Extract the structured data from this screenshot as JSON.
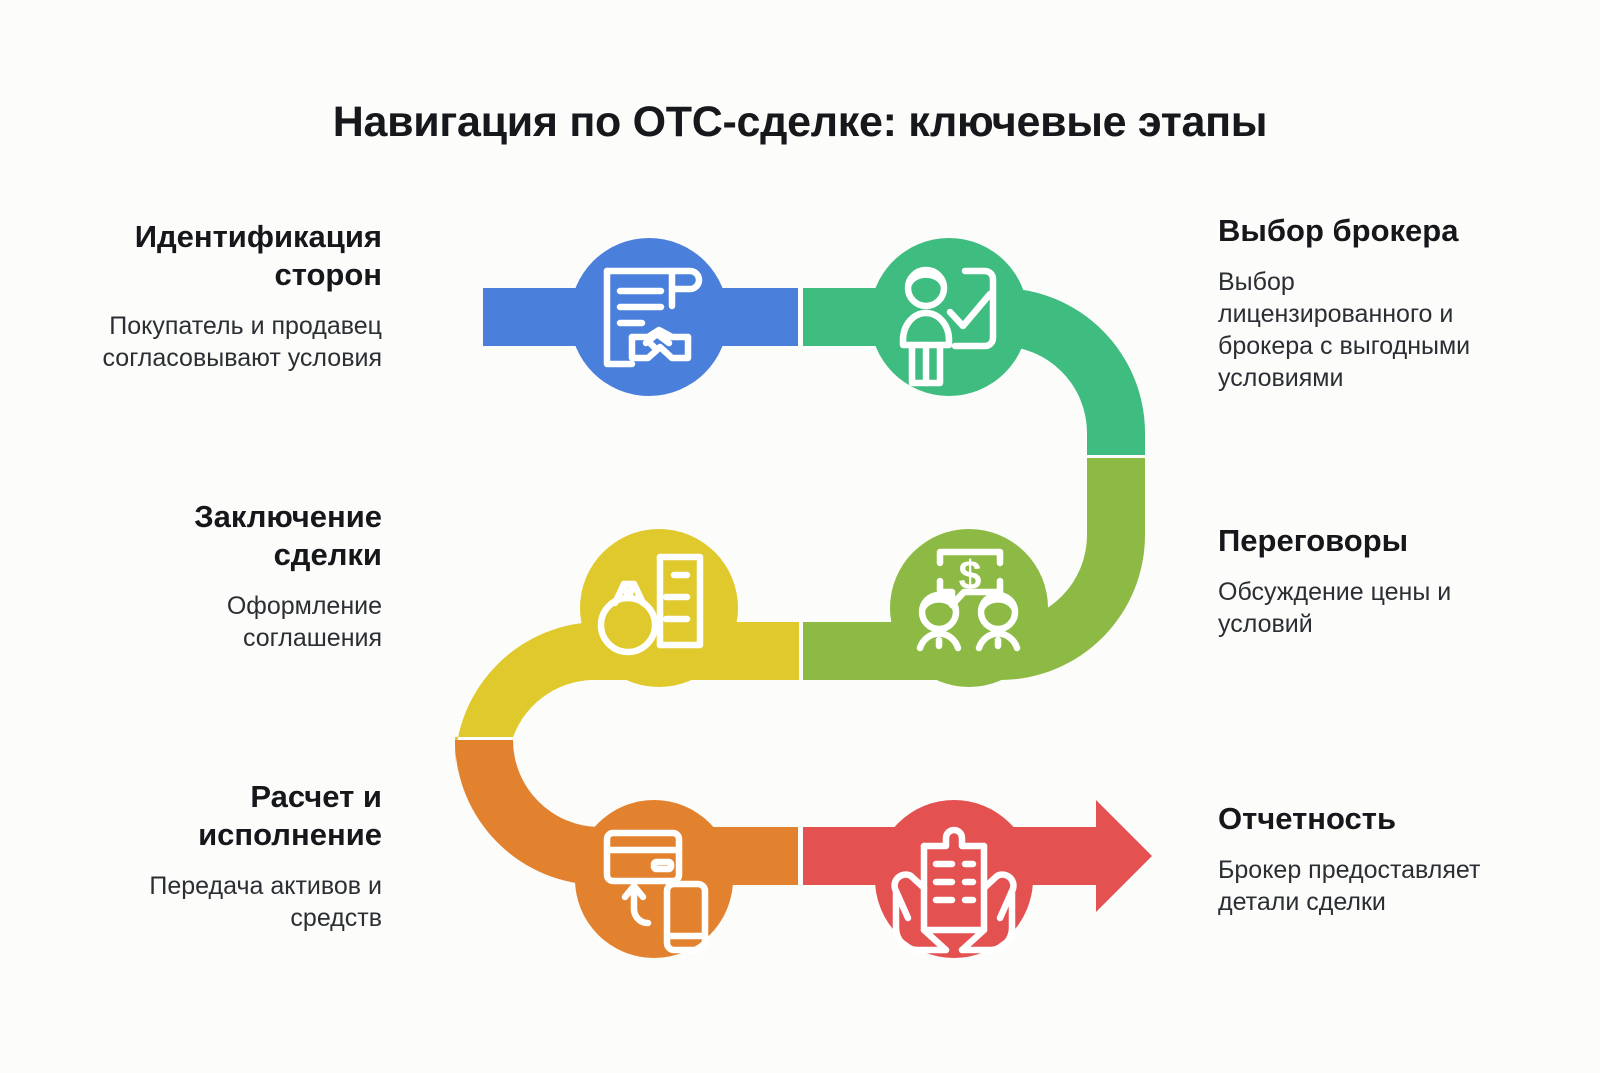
{
  "title": "Навигация по OTC-сделке: ключевые этапы",
  "colors": {
    "blue": "#4a7fdb",
    "green": "#3fbc80",
    "olive": "#8dba45",
    "yellow": "#e0c92c",
    "orange": "#e2822f",
    "red": "#e35151",
    "background": "#fcfcfb",
    "heading_text": "#15171b",
    "body_text": "#2b2e33"
  },
  "steps": [
    {
      "index": 1,
      "side": "left",
      "color": "#4a7fdb",
      "icon": "contract-handshake-icon",
      "heading": "Идентификация\nсторон",
      "description": "Покупатель и продавец\nсогласовывают условия"
    },
    {
      "index": 2,
      "side": "right",
      "color": "#3fbc80",
      "icon": "person-checkmark-icon",
      "heading": "Выбор брокера",
      "description": "Выбор\nлицензированного и\nброкера с выгодными\nусловиями"
    },
    {
      "index": 3,
      "side": "right",
      "color": "#8dba45",
      "icon": "two-people-dollar-chat-icon",
      "heading": "Переговоры",
      "description": "Обсуждение цены и\nусловий"
    },
    {
      "index": 4,
      "side": "left",
      "color": "#e0c92c",
      "icon": "seal-document-icon",
      "heading": "Заключение\nсделки",
      "description": "Оформление\nсоглашения"
    },
    {
      "index": 5,
      "side": "left",
      "color": "#e2822f",
      "icon": "card-transfer-phone-icon",
      "heading": "Расчет и\nисполнение",
      "description": "Передача активов и\nсредств"
    },
    {
      "index": 6,
      "side": "right",
      "color": "#e35151",
      "icon": "hands-holding-report-icon",
      "heading": "Отчетность",
      "description": "Брокер предоставляет\nдетали сделки"
    }
  ]
}
